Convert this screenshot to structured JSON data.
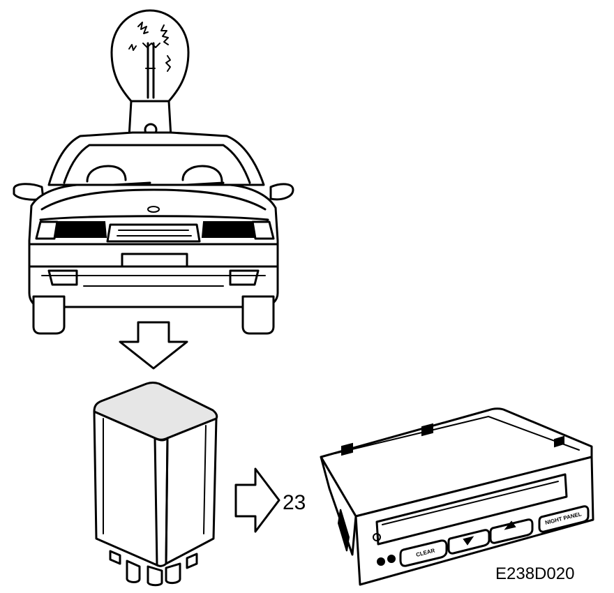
{
  "diagram": {
    "connector_number": "23",
    "figure_code": "E238D020",
    "display_unit": {
      "clear_label": "CLEAR",
      "night_panel_label": "NIGHT PANEL"
    },
    "icons": [
      "light-bulb-icon",
      "car-front-icon",
      "down-arrow-icon",
      "relay-icon",
      "right-arrow-icon",
      "info-display-unit-icon"
    ]
  }
}
